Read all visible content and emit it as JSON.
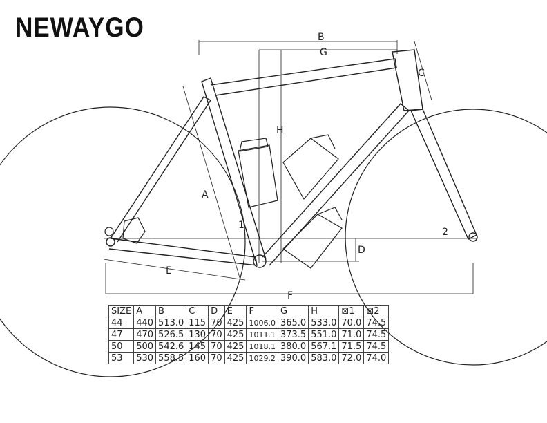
{
  "brand": "NEWAYGO",
  "dimension_labels": {
    "A": "A",
    "B": "B",
    "C": "C",
    "D": "D",
    "E": "E",
    "F": "F",
    "G": "G",
    "H": "H",
    "angle1": "1",
    "angle2": "2"
  },
  "table": {
    "headers": [
      "SIZE",
      "A",
      "B",
      "C",
      "D",
      "E",
      "F",
      "G",
      "H",
      "⊠1",
      "⊠2"
    ],
    "rows": [
      [
        "44",
        "440",
        "513.0",
        "115",
        "70",
        "425",
        "1006.0",
        "365.0",
        "533.0",
        "70.0",
        "74.5"
      ],
      [
        "47",
        "470",
        "526.5",
        "130",
        "70",
        "425",
        "1011.1",
        "373.5",
        "551.0",
        "71.0",
        "74.5"
      ],
      [
        "50",
        "500",
        "542.6",
        "145",
        "70",
        "425",
        "1018.1",
        "380.0",
        "567.1",
        "71.5",
        "74.5"
      ],
      [
        "53",
        "530",
        "558.5",
        "160",
        "70",
        "425",
        "1029.2",
        "390.0",
        "583.0",
        "72.0",
        "74.0"
      ]
    ]
  }
}
